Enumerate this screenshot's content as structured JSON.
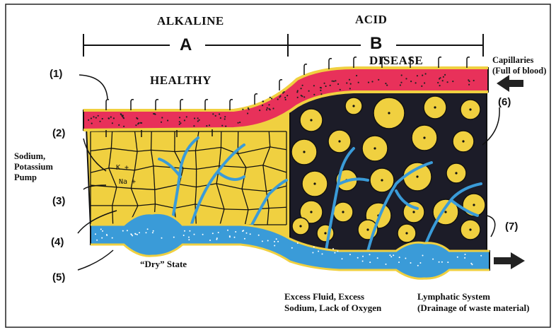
{
  "header": {
    "alkaline": "ALKALINE",
    "acid": "ACID",
    "section_a": "A",
    "section_b": "B"
  },
  "states": {
    "healthy": "HEALTHY",
    "disease": "DISEASE",
    "dry": "“Dry” State"
  },
  "markers": [
    "(1)",
    "(2)",
    "(3)",
    "(4)",
    "(5)",
    "(6)",
    "(7)"
  ],
  "labels": {
    "capillaries_line1": "Capillaries",
    "capillaries_line2": "(Full of blood)",
    "pump_line1": "Sodium,",
    "pump_line2": "Potassium",
    "pump_line3": "Pump",
    "ion_k": "K +",
    "ion_na": "Na +",
    "excess_line1": "Excess Fluid, Excess",
    "excess_line2": "Sodium, Lack of Oxygen",
    "lymph_line1": "Lymphatic System",
    "lymph_line2": "(Drainage of waste material)"
  },
  "colors": {
    "capillary": "#e8315a",
    "cell": "#f0d040",
    "lymph": "#3a9bd8",
    "dark_tissue": "#1c1c28",
    "outline": "#111111"
  }
}
